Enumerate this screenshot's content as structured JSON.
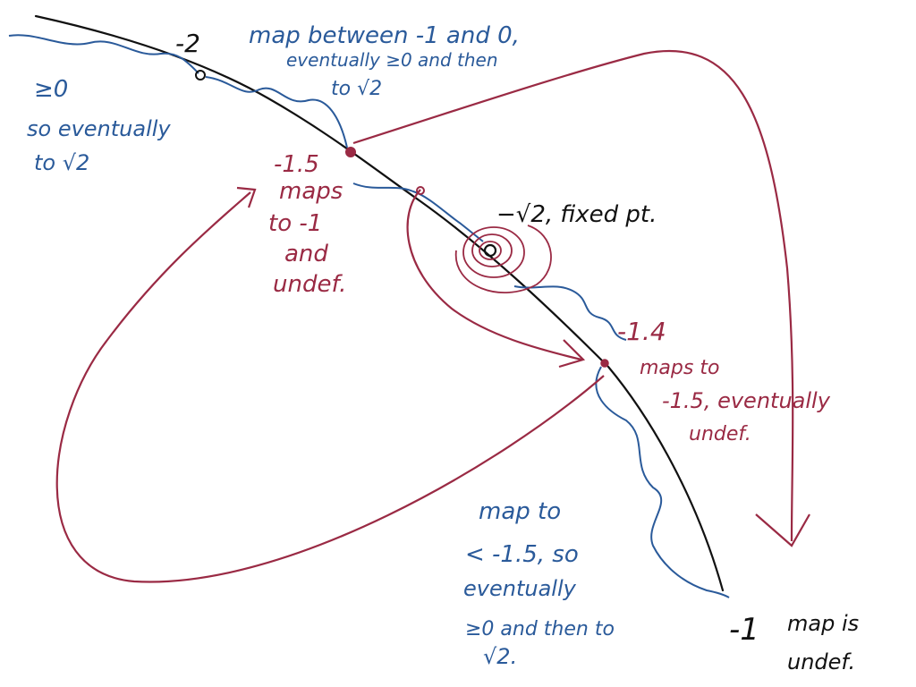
{
  "colors": {
    "ink": "#111111",
    "blue": "#2a5a9a",
    "red": "#9a2a44"
  },
  "points": {
    "minus2": "-2",
    "minus15": "-1.5",
    "minus14": "-1.4",
    "minus1": "-1",
    "sqrt2": "−√2, fixed pt."
  },
  "notes": {
    "top_1": "map between -1 and 0,",
    "top_2": "eventually ≥0 and then",
    "top_3": "to √2",
    "left_1": "≥0",
    "left_2": "so eventually",
    "left_3": "to √2",
    "m15_1": "maps",
    "m15_2": "to -1",
    "m15_3": "and",
    "m15_4": "undef.",
    "m14_1": "maps to",
    "m14_2": "-1.5, eventually",
    "m14_3": "undef.",
    "bottom_1": "map to",
    "bottom_2": "< -1.5, so",
    "bottom_3": "eventually",
    "bottom_4": "≥0 and then to",
    "bottom_5": "√2.",
    "end_1": "map is",
    "end_2": "undef."
  }
}
